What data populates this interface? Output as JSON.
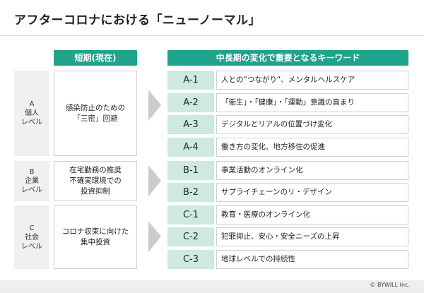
{
  "title": "アフターコロナにおける「ニューノーマル」",
  "headers": {
    "short_term": "短期(現在)",
    "mid_long_term": "中長期の変化で重要となるキーワード"
  },
  "groups": [
    {
      "level": [
        "A",
        "個人",
        "レベル"
      ],
      "short_term": [
        "感染防止のための",
        "「三密」回避"
      ],
      "items": [
        {
          "code": "A-1",
          "text": "人との“つながり“、メンタルヘルスケア"
        },
        {
          "code": "A-2",
          "text": "「衛生」・「健康」・「運動」意識の高まり"
        },
        {
          "code": "A-3",
          "text": "デジタルとリアルの位置づけ変化"
        },
        {
          "code": "A-4",
          "text": "働き方の変化、地方移住の促進"
        }
      ]
    },
    {
      "level": [
        "B",
        "企業",
        "レベル"
      ],
      "short_term": [
        "在宅勤務の推奨",
        "不確実環境での",
        "投資抑制"
      ],
      "items": [
        {
          "code": "B-1",
          "text": "事業活動のオンライン化"
        },
        {
          "code": "B-2",
          "text": "サプライチェーンのリ・デザイン"
        }
      ]
    },
    {
      "level": [
        "C",
        "社会",
        "レベル"
      ],
      "short_term": [
        "コロナ収束に向けた",
        "集中投資"
      ],
      "items": [
        {
          "code": "C-1",
          "text": "教育・医療のオンライン化"
        },
        {
          "code": "C-2",
          "text": "犯罪抑止、安心・安全ニーズの上昇"
        },
        {
          "code": "C-3",
          "text": "地球レベルでの持続性"
        }
      ]
    }
  ],
  "copyright": "© BYWILL Inc.",
  "colors": {
    "header": "#1fa38c",
    "code_bg": "#cfe8e0",
    "level_bg": "#f0f0f0",
    "arrow": "#cccccc"
  }
}
